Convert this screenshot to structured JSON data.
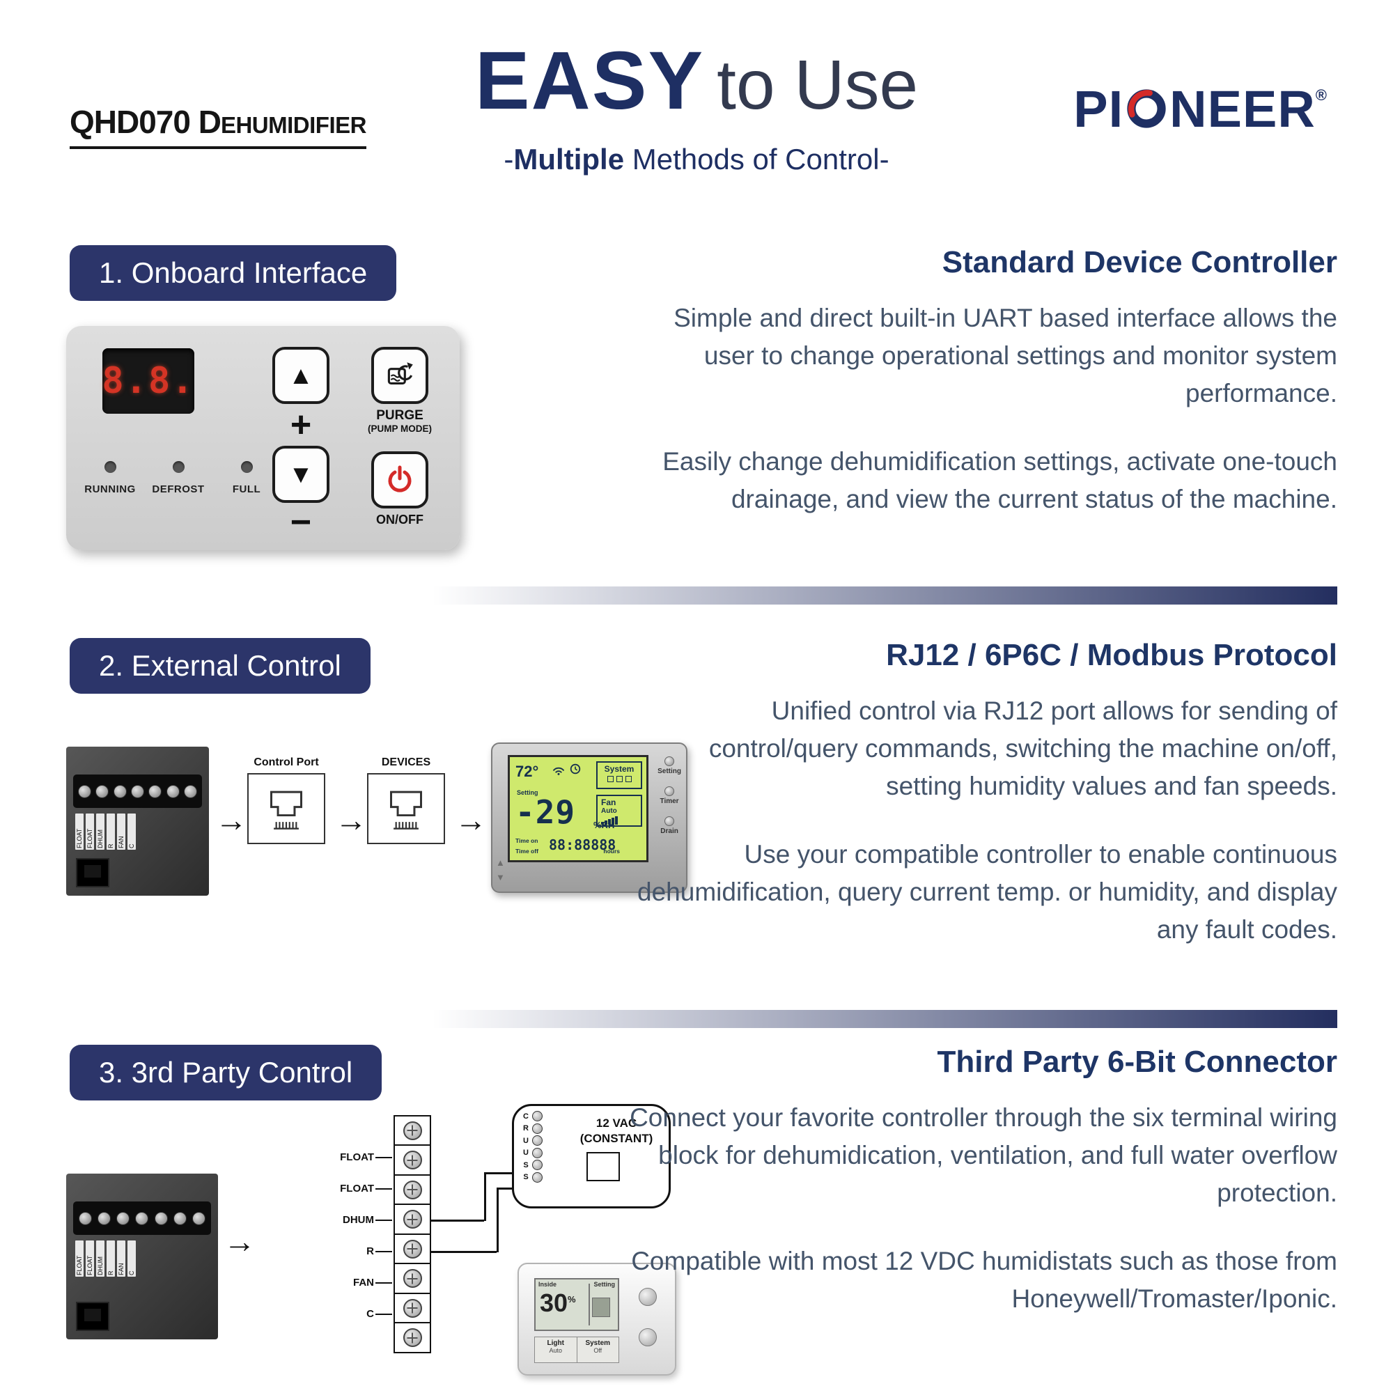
{
  "colors": {
    "navy": "#1e2f63",
    "badge": "#2c356a",
    "heading": "#1e3566",
    "body": "#44546a",
    "red": "#d42a28",
    "screen": "#cfe96d"
  },
  "icons": {
    "arrow_right": "→",
    "triangle_up": "▲",
    "triangle_down": "▼"
  },
  "header": {
    "product_title_part1": "QHD070 D",
    "product_title_part2": "EHUMIDIFIER",
    "title_bold": "EASY",
    "title_rest": "to Use",
    "subtitle_prefix": "-",
    "subtitle_bold": "Multiple",
    "subtitle_rest": " Methods of Control-",
    "logo_part1": "PI",
    "logo_part2": "NEER",
    "logo_reg": "®"
  },
  "sections": [
    {
      "badge": "1. Onboard Interface",
      "heading": "Standard Device Controller",
      "paragraphs": [
        "Simple and direct built-in UART based interface allows the user to change operational settings and monitor system performance.",
        "Easily change dehumidification settings, activate one-touch drainage, and view the current status of the machine."
      ]
    },
    {
      "badge": "2. External Control",
      "heading": "RJ12 / 6P6C / Modbus Protocol",
      "paragraphs": [
        "Unified control via RJ12 port allows for sending of control/query commands, switching the machine on/off, setting humidity values and fan speeds.",
        "Use your compatible controller to enable continuous dehumidification, query current temp. or humidity, and display any fault codes."
      ]
    },
    {
      "badge": "3. 3rd Party Control",
      "heading": "Third Party 6-Bit Connector",
      "paragraphs": [
        "Connect your favorite controller through the six terminal wiring block for dehumidication, ventilation, and full water overflow protection.",
        "Compatible with most 12 VDC humidistats such as those from Honeywell/Tromaster/Iponic."
      ]
    }
  ],
  "panel": {
    "display": "8.8.",
    "leds": [
      "RUNNING",
      "DEFROST",
      "FULL"
    ],
    "plus": "+",
    "minus": "−",
    "purge": "PURGE",
    "purge_sub": "(PUMP MODE)",
    "onoff": "ON/OFF"
  },
  "external": {
    "control_port": "Control Port",
    "devices": "DEVICES",
    "thermostat": {
      "temp": "72°",
      "system": "System",
      "setting_label": "Setting",
      "setting_value": "-29",
      "rh": "%RH",
      "fan": "Fan",
      "fan_mode": "Auto",
      "time_on": "Time on",
      "time_off": "Time off",
      "time_value": "88:88888",
      "hours": "hours",
      "buttons": [
        "Setting",
        "Timer",
        "Drain"
      ]
    }
  },
  "third_party": {
    "wire_labels": [
      "FLOAT",
      "FLOAT",
      "DHUM",
      "R",
      "FAN",
      "C"
    ],
    "vac_title": "12 VAC",
    "vac_sub": "(CONSTANT)",
    "vac_terminals": [
      "C",
      "R",
      "U",
      "U",
      "S",
      "S"
    ],
    "humidistat": {
      "inside": "Inside",
      "value": "30",
      "percent": "%",
      "setting": "Setting",
      "light": "Light",
      "auto": "Auto",
      "system": "System",
      "off": "Off"
    }
  }
}
